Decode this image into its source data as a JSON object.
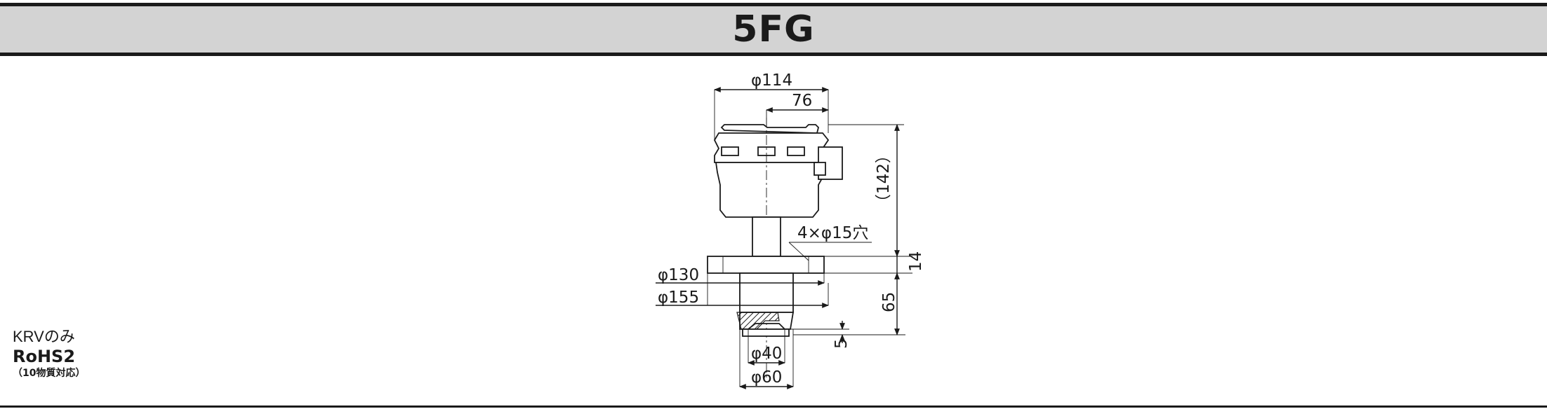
{
  "header": {
    "title": "5FG"
  },
  "badge": {
    "note": "KRVのみ",
    "rohs": "RoHS2",
    "sub": "（10物質対応）"
  },
  "dimensions": {
    "top_diameter": "φ114",
    "top_offset": "76",
    "total_height": "（142）",
    "flange_holes": "4×φ15穴",
    "flange_inner": "φ130",
    "flange_outer": "φ155",
    "flange_thickness": "14",
    "lower_height": "65",
    "bottom_step": "5",
    "bore_inner": "φ40",
    "bore_outer": "φ60"
  }
}
